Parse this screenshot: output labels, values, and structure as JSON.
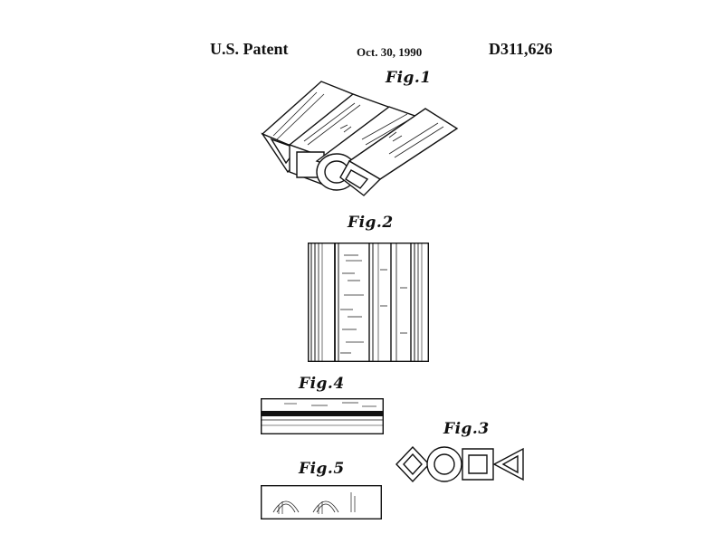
{
  "header": {
    "left": "U.S. Patent",
    "date": "Oct. 30, 1990",
    "patent_number": "D311,626"
  },
  "figures": [
    {
      "id": "fig1",
      "label": "Fig.1"
    },
    {
      "id": "fig2",
      "label": "Fig.2"
    },
    {
      "id": "fig3",
      "label": "Fig.3"
    },
    {
      "id": "fig4",
      "label": "Fig.4"
    },
    {
      "id": "fig5",
      "label": "Fig.5"
    }
  ]
}
